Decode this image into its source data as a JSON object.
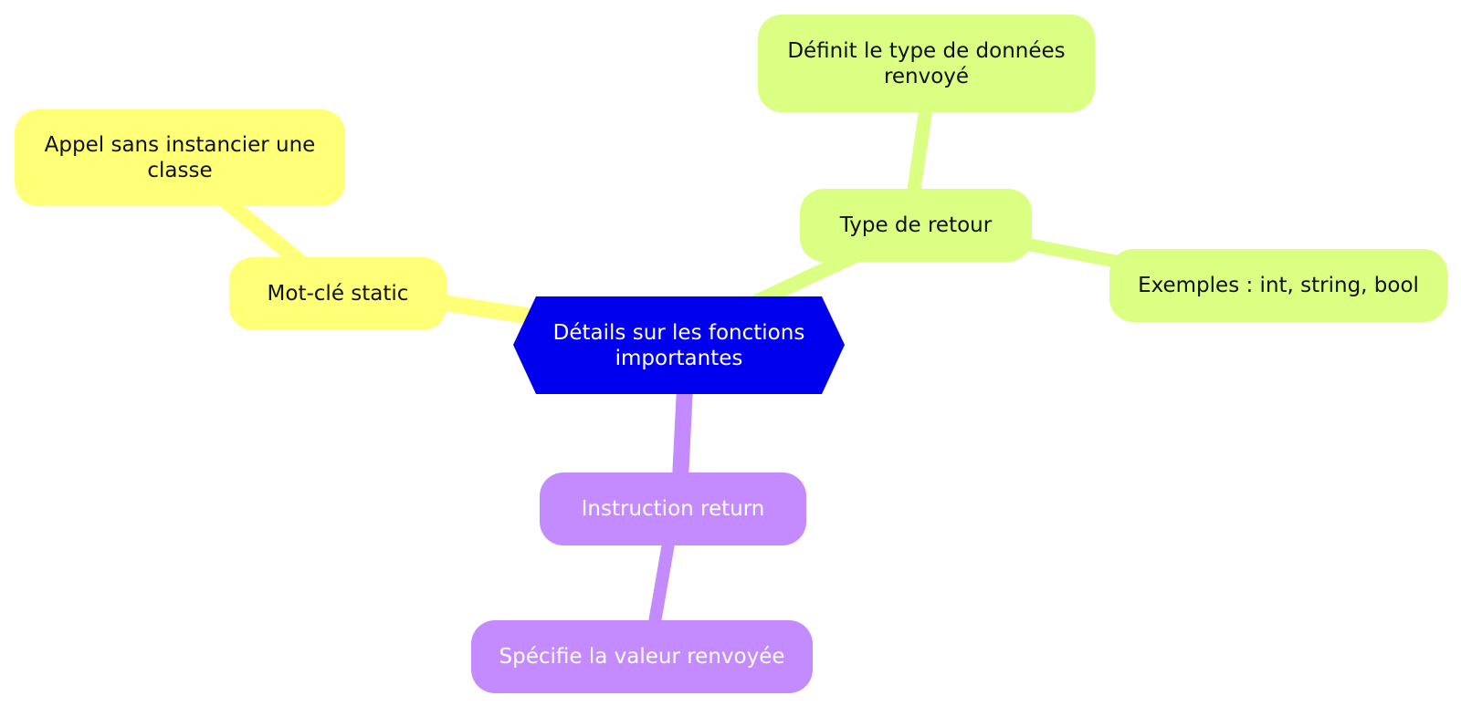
{
  "diagram": {
    "root": {
      "label": "Détails sur les fonctions importantes",
      "color": "#0000ee"
    },
    "branches": [
      {
        "id": "static",
        "label": "Mot-clé static",
        "color": "#ffff78",
        "children": [
          {
            "id": "static-detail",
            "label": "Appel sans instancier une classe"
          }
        ]
      },
      {
        "id": "return-type",
        "label": "Type de retour",
        "color": "#daff82",
        "children": [
          {
            "id": "return-type-def",
            "label": "Définit le type de données renvoyé"
          },
          {
            "id": "return-type-examples",
            "label": "Exemples : int, string, bool"
          }
        ]
      },
      {
        "id": "return-instr",
        "label": "Instruction return",
        "color": "#c48aff",
        "children": [
          {
            "id": "return-instr-detail",
            "label": "Spécifie la valeur renvoyée"
          }
        ]
      }
    ]
  }
}
